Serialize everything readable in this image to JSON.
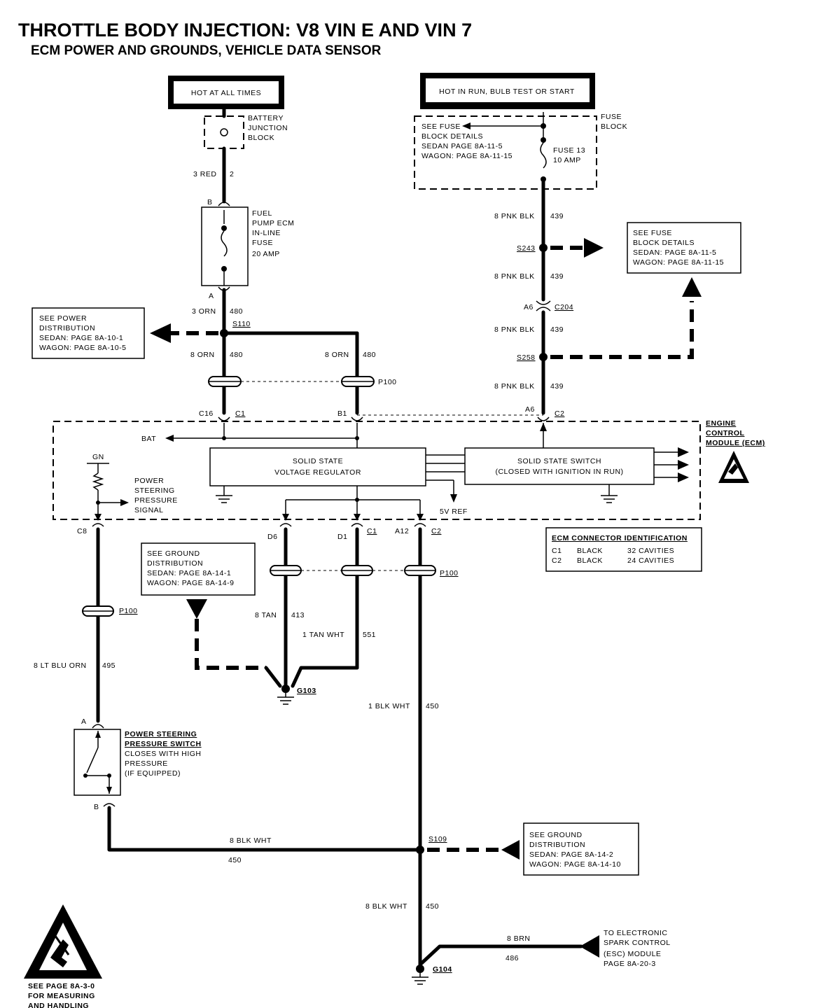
{
  "header": {
    "title": "THROTTLE BODY INJECTION:  V8  VIN E AND  VIN 7",
    "subtitle": "ECM POWER AND GROUNDS, VEHICLE DATA SENSOR"
  },
  "power": {
    "hot_all_times": "HOT AT ALL TIMES",
    "hot_in_run": "HOT IN RUN, BULB TEST OR START"
  },
  "battery_junction": [
    "BATTERY",
    "JUNCTION",
    "BLOCK"
  ],
  "fuse_block": {
    "label": [
      "FUSE",
      "BLOCK"
    ],
    "details": [
      "SEE FUSE",
      "BLOCK DETAILS",
      "SEDAN    PAGE 8A-11-5",
      "WAGON:  PAGE 8A-11-15"
    ],
    "fuse": [
      "FUSE 13",
      "10 AMP"
    ]
  },
  "inline_fuse": [
    "FUEL",
    "PUMP ECM",
    "IN-LINE",
    "FUSE",
    "20 AMP"
  ],
  "see_fuse_right": [
    "SEE FUSE",
    "BLOCK DETAILS",
    "SEDAN:   PAGE 8A-11-5",
    "WAGON:  PAGE 8A-11-15"
  ],
  "see_power": [
    "SEE POWER",
    "DISTRIBUTION",
    "SEDAN:    PAGE 8A-10-1",
    "WAGON:  PAGE 8A-10-5"
  ],
  "see_ground_left": [
    "SEE GROUND",
    "DISTRIBUTION",
    "SEDAN:   PAGE 8A-14-1",
    "WAGON:  PAGE 8A-14-9"
  ],
  "see_ground_right": [
    "SEE GROUND",
    "DISTRIBUTION",
    "SEDAN:    PAGE 8A-14-2",
    "WAGON:  PAGE 8A-14-10"
  ],
  "ecm": {
    "label": [
      "ENGINE",
      "CONTROL",
      "MODULE (ECM)"
    ],
    "regulator": [
      "SOLID STATE",
      "VOLTAGE REGULATOR"
    ],
    "switch": [
      "SOLID STATE SWITCH",
      "(CLOSED WITH IGNITION IN RUN)"
    ],
    "bat": "BAT",
    "gn": "GN",
    "ps_signal": [
      "POWER",
      "STEERING",
      "PRESSURE",
      "SIGNAL"
    ],
    "ref": "5V REF"
  },
  "connector_id": {
    "title": "ECM CONNECTOR IDENTIFICATION",
    "rows": [
      {
        "c": "C1",
        "color": "BLACK",
        "cav": "32 CAVITIES"
      },
      {
        "c": "C2",
        "color": "BLACK",
        "cav": "24 CAVITIES"
      }
    ]
  },
  "ps_switch": [
    "POWER STEERING",
    "PRESSURE SWITCH",
    "CLOSES WITH HIGH",
    "PRESSURE",
    "(IF EQUIPPED)"
  ],
  "esc": [
    "TO ELECTRONIC",
    "SPARK CONTROL",
    "(ESC) MODULE",
    "PAGE 8A-20-3"
  ],
  "esd": [
    "SEE PAGE 8A-3-0",
    "FOR MEASURING",
    "AND HANDLING"
  ],
  "wires": {
    "w1": "3 RED",
    "w1n": "2",
    "w2": "3 ORN",
    "w2n": "480",
    "w3": "8 ORN",
    "w3n": "480",
    "w4": "8 ORN",
    "w4n": "480",
    "p1": "8 PNK BLK",
    "p1n": "439",
    "p2": "8 PNK BLK",
    "p2n": "439",
    "p3": "8 PNK BLK",
    "p3n": "439",
    "p4": "8 PNK BLK",
    "p4n": "439",
    "lb": "8 LT BLU ORN",
    "lbn": "495",
    "tan": "8 TAN",
    "tann": "413",
    "tw": "1 TAN WHT",
    "twn": "551",
    "bw1": "1 BLK WHT",
    "bw1n": "450",
    "bw2": "8 BLK WHT",
    "bw2n": "450",
    "bw3": "8 BLK WHT",
    "bw3n": "450",
    "brn": "8 BRN",
    "brnn": "486"
  },
  "splices": {
    "s110": "S110",
    "s243": "S243",
    "s258": "S258",
    "s109": "S109"
  },
  "connectors": {
    "c204": "C204",
    "a6a": "A6",
    "p100a": "P100",
    "p100b": "P100",
    "p100c": "P100",
    "c16": "C16",
    "c1a": "C1",
    "b1": "B1",
    "a6b": "A6",
    "c2a": "C2",
    "c8": "C8",
    "d6": "D6",
    "d1": "D1",
    "c1b": "C1",
    "a12": "A12",
    "c2b": "C2",
    "pin_b": "B",
    "pin_a": "A",
    "sw_a": "A",
    "sw_b": "B"
  },
  "grounds": {
    "g103": "G103",
    "g104": "G104"
  }
}
